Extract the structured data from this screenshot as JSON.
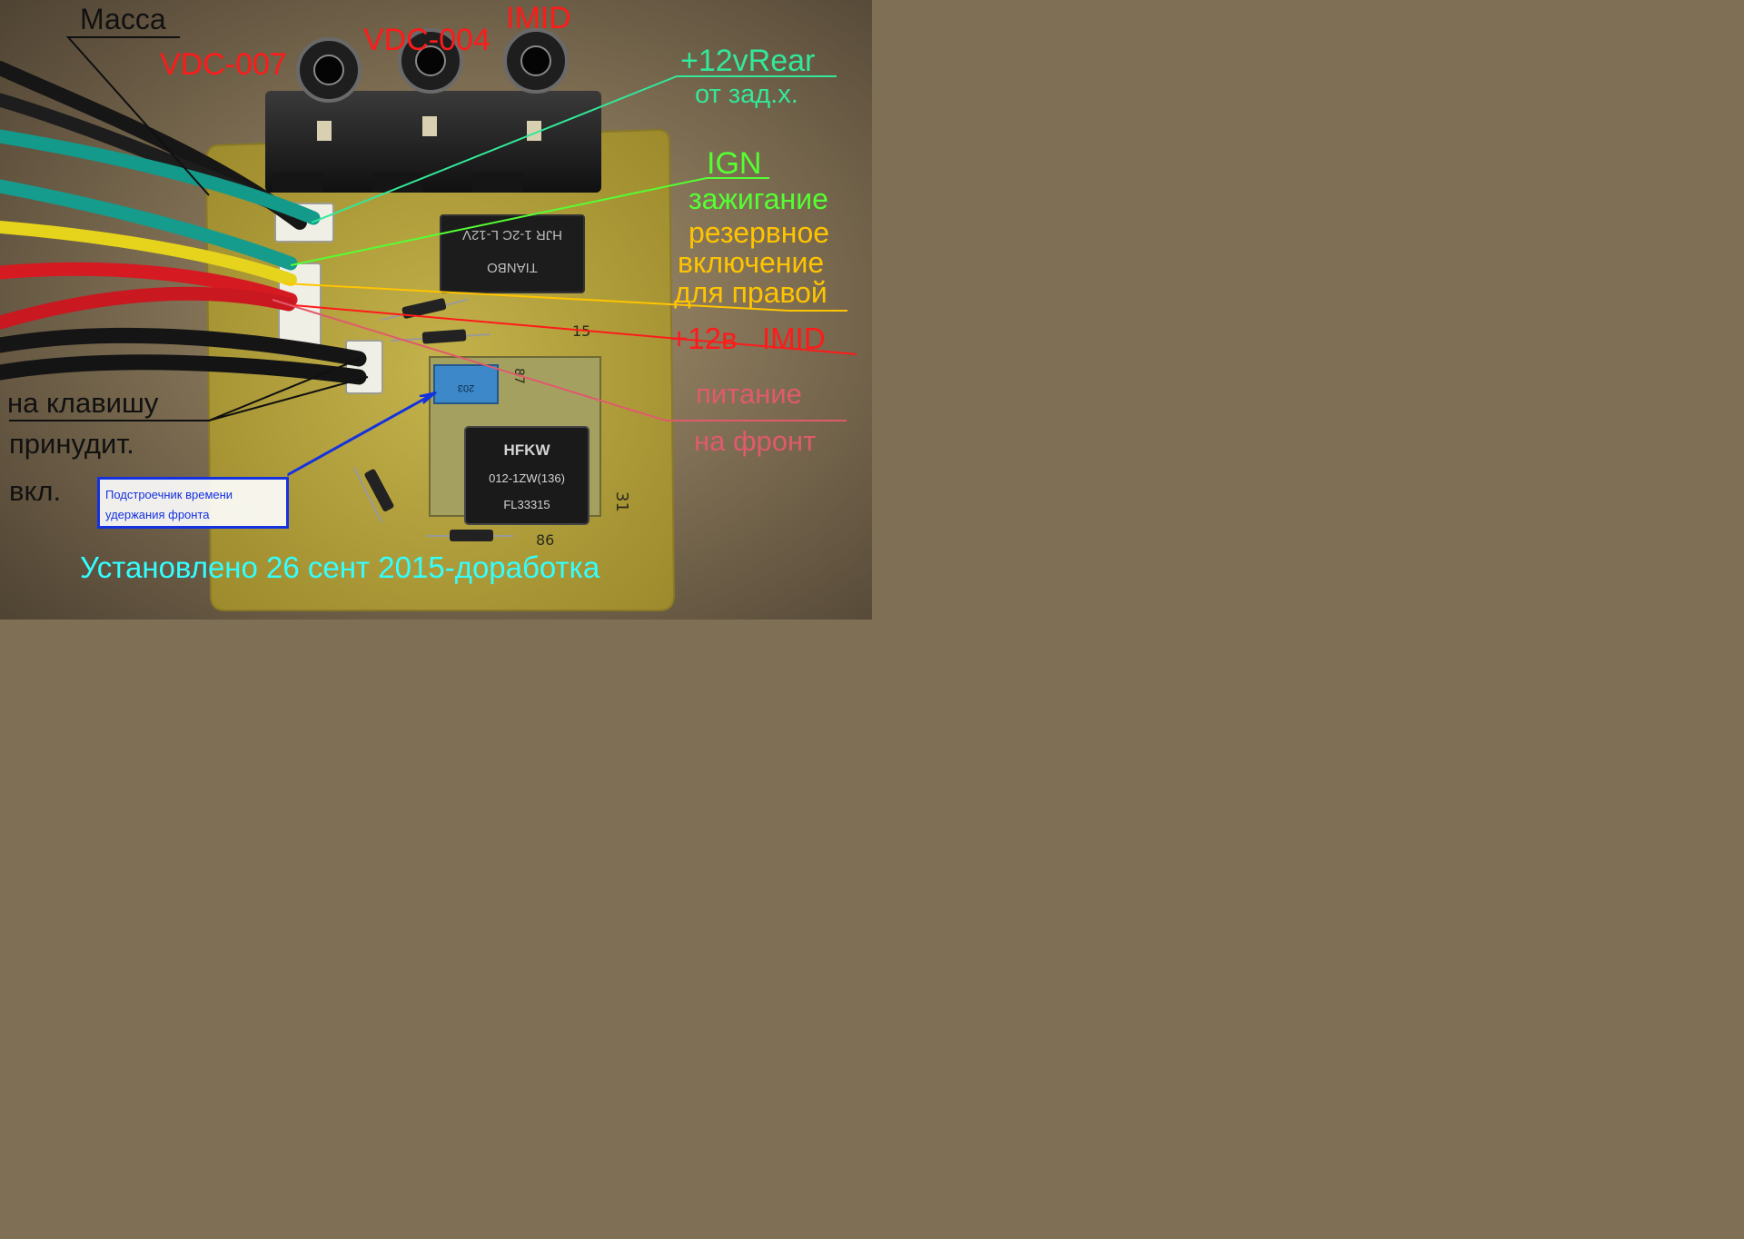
{
  "labels": {
    "massa": "Масса",
    "vdc007": "VDC-007",
    "vdc004": "VDC-004",
    "imid_top": "IMID",
    "rear_12v": "+12vRear",
    "rear_from": "от зад.х.",
    "ign": "IGN",
    "ign_ru": "зажигание",
    "reserve_1": "резервное",
    "reserve_2": "включение",
    "reserve_3": "для правой",
    "plus12_imid": "+12в   IMID",
    "power_1": "питание",
    "power_2": "на фронт",
    "key_1": "на клавишу",
    "key_2": "принудит.",
    "key_3": "вкл.",
    "trimmer_1": "Подстроечник времени",
    "trimmer_2": "удержания фронта",
    "installed": "Установлено 26 сент 2015-доработка"
  },
  "components": {
    "relay_top_1": "HJR 1-2C L-12V",
    "relay_top_2": "TIANBO",
    "relay_bottom_1": "HFKW",
    "relay_bottom_2": "012-1ZW(136)",
    "relay_bottom_3": "FL33315",
    "pin_31": "31",
    "pin_15": "15",
    "pin_86": "86",
    "pin_87": "87",
    "pot_code": "203"
  },
  "colors": {
    "red_label": "#ff1a1a",
    "green_label": "#33e89a",
    "lime_label": "#55ff33",
    "yellow_label": "#ffc400",
    "pink_label": "#e05a6c",
    "cyan_label": "#33ffff",
    "blue_note": "#1432e0",
    "pcb": "#b8a63a"
  }
}
